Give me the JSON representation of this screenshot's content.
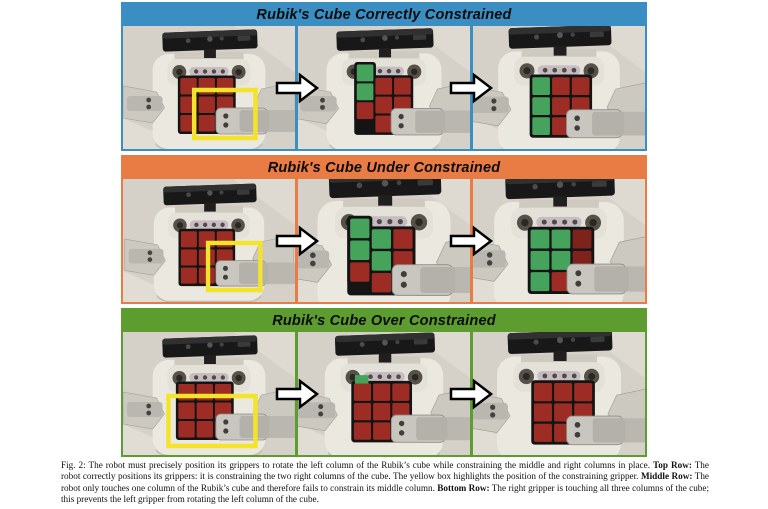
{
  "figure": {
    "rows": [
      {
        "id": "correctly-constrained",
        "header": "Rubik's Cube Correctly Constrained",
        "color": "#3a8ec2",
        "photos": [
          {
            "cols": [
              [
                "R",
                "R",
                "R"
              ],
              [
                "R",
                "R",
                "R"
              ],
              [
                "R",
                "R",
                "R"
              ]
            ],
            "shift": 0,
            "zoom": 1.0,
            "cubeX": 58,
            "box": {
              "x": 72,
              "y": 64,
              "w": 62,
              "h": 48
            }
          },
          {
            "cols": [
              [
                "G",
                "G",
                "R"
              ],
              [
                "R",
                "R",
                "R"
              ],
              [
                "R",
                "R",
                "R"
              ]
            ],
            "shift": -13,
            "zoom": 1.02,
            "cubeX": 60,
            "box": null
          },
          {
            "cols": [
              [
                "G",
                "G",
                "G"
              ],
              [
                "R",
                "R",
                "R"
              ],
              [
                "R",
                "R",
                "R"
              ]
            ],
            "shift": 0,
            "zoom": 1.08,
            "cubeX": 62,
            "box": null
          }
        ]
      },
      {
        "id": "under-constrained",
        "header": "Rubik's Cube Under Constrained",
        "color": "#e87c44",
        "photos": [
          {
            "cols": [
              [
                "R",
                "R",
                "R"
              ],
              [
                "R",
                "R",
                "R"
              ],
              [
                "R",
                "R",
                "R"
              ]
            ],
            "shift": 0,
            "zoom": 0.98,
            "cubeX": 58,
            "box": {
              "x": 86,
              "y": 64,
              "w": 54,
              "h": 48
            }
          },
          {
            "cols": [
              [
                "G",
                "G",
                "R"
              ],
              [
                "G",
                "G",
                "R"
              ],
              [
                "R",
                "R",
                "R"
              ]
            ],
            "shift": -9,
            "zoom": 1.18,
            "cubeX": 58,
            "box": null
          },
          {
            "cols": [
              [
                "G",
                "G",
                "G"
              ],
              [
                "G",
                "G",
                "R"
              ],
              [
                "D",
                "D",
                "D"
              ]
            ],
            "shift": 0,
            "zoom": 1.15,
            "cubeX": 62,
            "box": null
          }
        ]
      },
      {
        "id": "over-constrained",
        "header": "Rubik's Cube Over Constrained",
        "color": "#5d9c2e",
        "photos": [
          {
            "cols": [
              [
                "R",
                "R",
                "R"
              ],
              [
                "R",
                "R",
                "R"
              ],
              [
                "R",
                "R",
                "R"
              ]
            ],
            "shift": 0,
            "zoom": 1.0,
            "cubeX": 56,
            "box": {
              "x": 46,
              "y": 64,
              "w": 88,
              "h": 50
            }
          },
          {
            "cols": [
              [
                "R",
                "R",
                "R"
              ],
              [
                "R",
                "R",
                "R"
              ],
              [
                "R",
                "R",
                "R"
              ]
            ],
            "shift": 0,
            "zoom": 1.05,
            "cubeX": 58,
            "box": null,
            "sliver": true
          },
          {
            "cols": [
              [
                "R",
                "R",
                "R"
              ],
              [
                "R",
                "R",
                "R"
              ],
              [
                "R",
                "R",
                "R"
              ]
            ],
            "shift": 0,
            "zoom": 1.1,
            "cubeX": 64,
            "box": null
          }
        ]
      }
    ],
    "icons": {
      "arrow": "right-block-arrow"
    }
  },
  "palette": {
    "red": "#9d2d24",
    "darkRed": "#7e231c",
    "green": "#45a35c",
    "frame": "#141414",
    "photoBg": "#d6d1c8",
    "robotBody": "#ebe8e0",
    "metal": "#c8c6bf",
    "kinect": "#181818",
    "yellowBox": "#f3e32a",
    "arrowFill": "#ffffff",
    "arrowStroke": "#000000"
  },
  "caption": {
    "segments": [
      {
        "text": "Fig. 2: The robot must precisely position its grippers to rotate the left column of the Rubik’s cube while constraining the middle and right columns in place. ",
        "bold": false
      },
      {
        "text": "Top Row:",
        "bold": true
      },
      {
        "text": " The robot correctly positions its grippers: it is constraining the two right columns of the cube. The yellow box highlights the position of the constraining gripper. ",
        "bold": false
      },
      {
        "text": "Middle Row:",
        "bold": true
      },
      {
        "text": " The robot only touches one column of the Rubik’s cube and therefore fails to constrain its middle column. ",
        "bold": false
      },
      {
        "text": "Bottom Row:",
        "bold": true
      },
      {
        "text": " The right gripper is touching all three columns of the cube; this prevents the left gripper from rotating the left column of the cube.",
        "bold": false
      }
    ]
  }
}
